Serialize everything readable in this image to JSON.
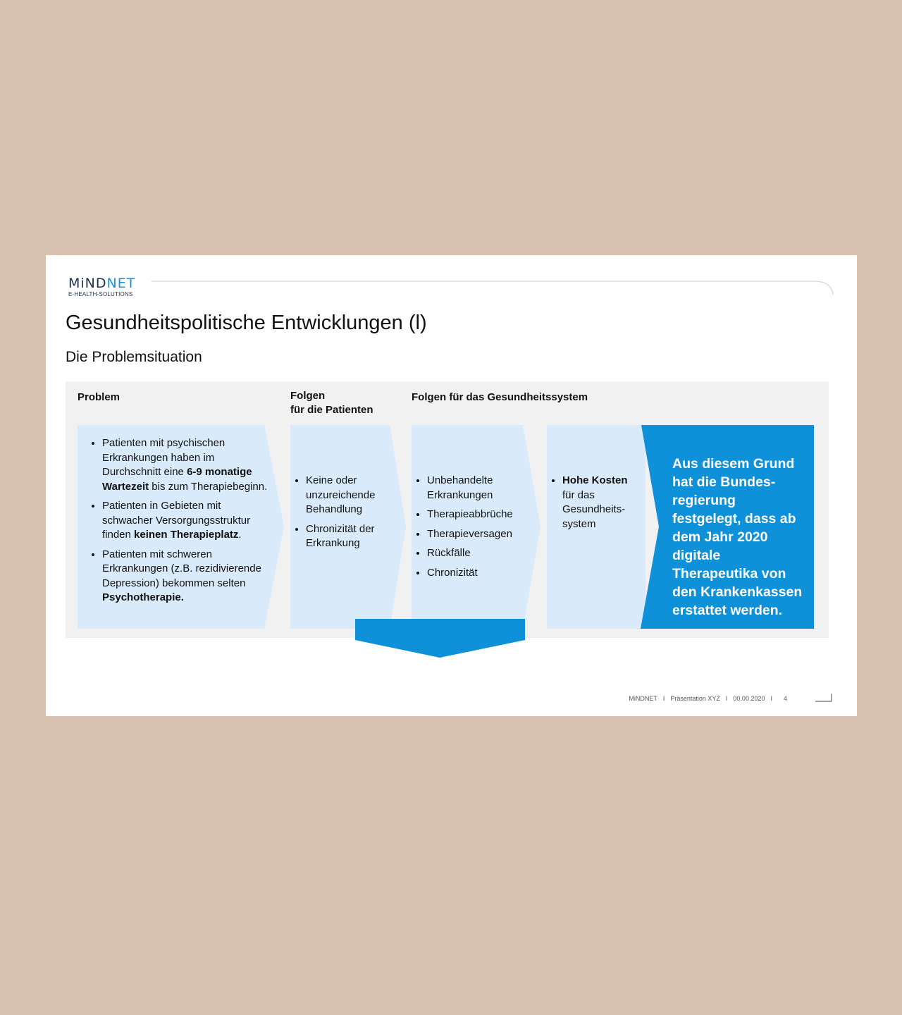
{
  "logo": {
    "text_main": "MiND",
    "text_accent": "NET",
    "text_sub": "E-HEALTH-SOLUTIONS"
  },
  "title": "Gesundheitspolitische Entwicklungen (l)",
  "subtitle": "Die Problemsituation",
  "columns": {
    "problem": {
      "heading": "Problem"
    },
    "patients": {
      "heading_line1": "Folgen",
      "heading_line2": "für die Patienten"
    },
    "system": {
      "heading": "Folgen für das Gesundheitssystem"
    }
  },
  "problem_items": [
    {
      "pre": "Patienten mit psychischen Erkrankungen haben im Durchschnitt eine ",
      "bold": "6-9 monatige Wartezeit",
      "post": " bis zum Therapiebeginn."
    },
    {
      "pre": "Patienten in Gebieten mit schwacher Versorgungsstruktur finden ",
      "bold": "keinen Therapieplatz",
      "post": "."
    },
    {
      "pre": "Patienten mit schweren Erkrankungen (z.B. rezidivierende Depression) bekommen selten ",
      "bold": "Psychotherapie.",
      "post": ""
    }
  ],
  "patient_items": [
    "Keine oder unzureichende Behandlung",
    "Chronizität der Erkrankung"
  ],
  "system_items": [
    "Unbehandelte Erkrankungen",
    "Therapieabbrüche",
    "Therapieversagen",
    "Rückfälle",
    "Chronizität"
  ],
  "cost_item": {
    "bold": "Hohe Kosten",
    "rest": "für das Gesundheits-system"
  },
  "result_text": "Aus diesem Grund hat die Bundes-regierung festgelegt, dass ab dem Jahr 2020 digitale Therapeutika von den Krankenkassen erstattet werden.",
  "footer": {
    "brand": "MiNDNET",
    "sep": "I",
    "presentation": "Präsentation XYZ",
    "date": "00.00.2020",
    "page": "4"
  },
  "colors": {
    "accent": "#0e91d8",
    "light_box": "#d9eafb",
    "panel": "#f1f1f1",
    "background": "#d9c1b2"
  }
}
